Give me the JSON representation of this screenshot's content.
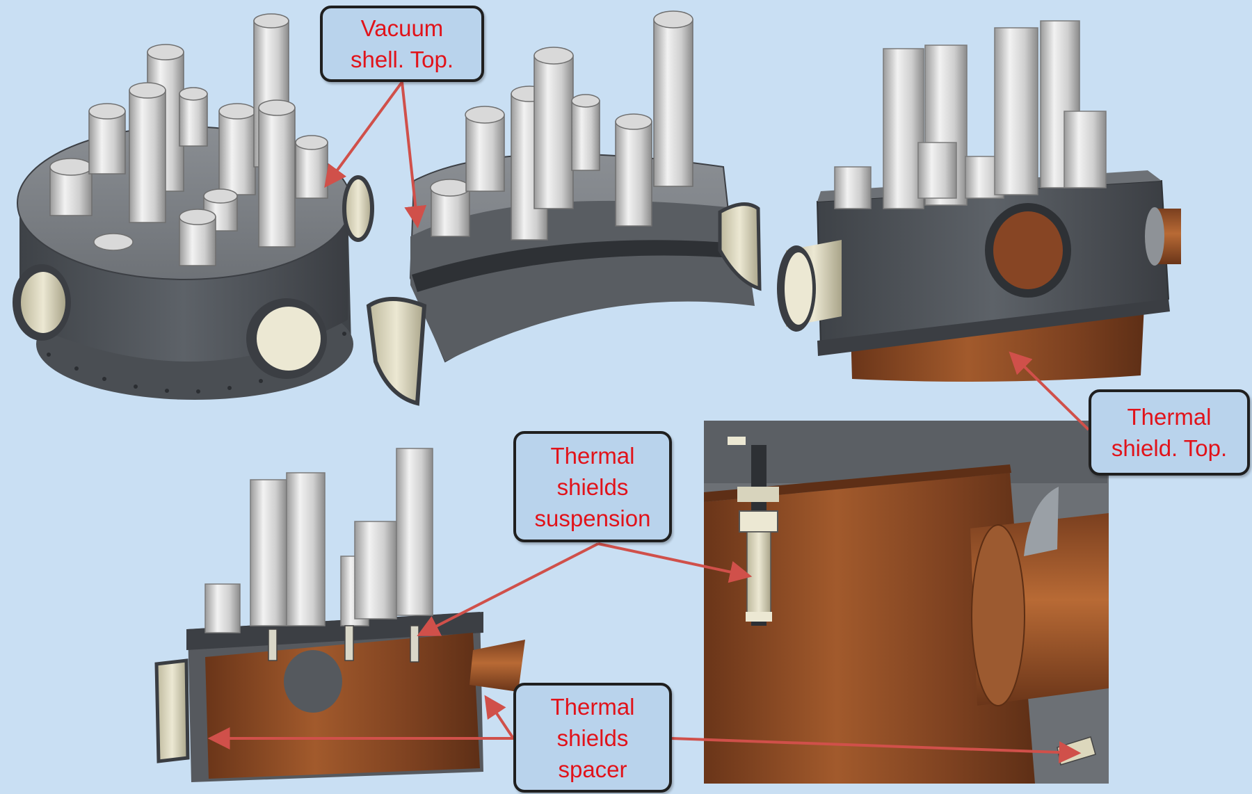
{
  "callouts": {
    "vacuum_shell_top": "Vacuum\nshell. Top.",
    "thermal_shield_top": "Thermal\nshield. Top.",
    "thermal_shields_suspension": "Thermal\nshields\nsuspension",
    "thermal_shields_spacer": "Thermal\nshields\nspacer"
  },
  "colors": {
    "background": "#c9dff3",
    "callout_fill": "#b9d3ec",
    "callout_text": "#e1131a",
    "arrow": "#d0504a",
    "steel": "#55595f",
    "copper": "#8a4a25"
  }
}
